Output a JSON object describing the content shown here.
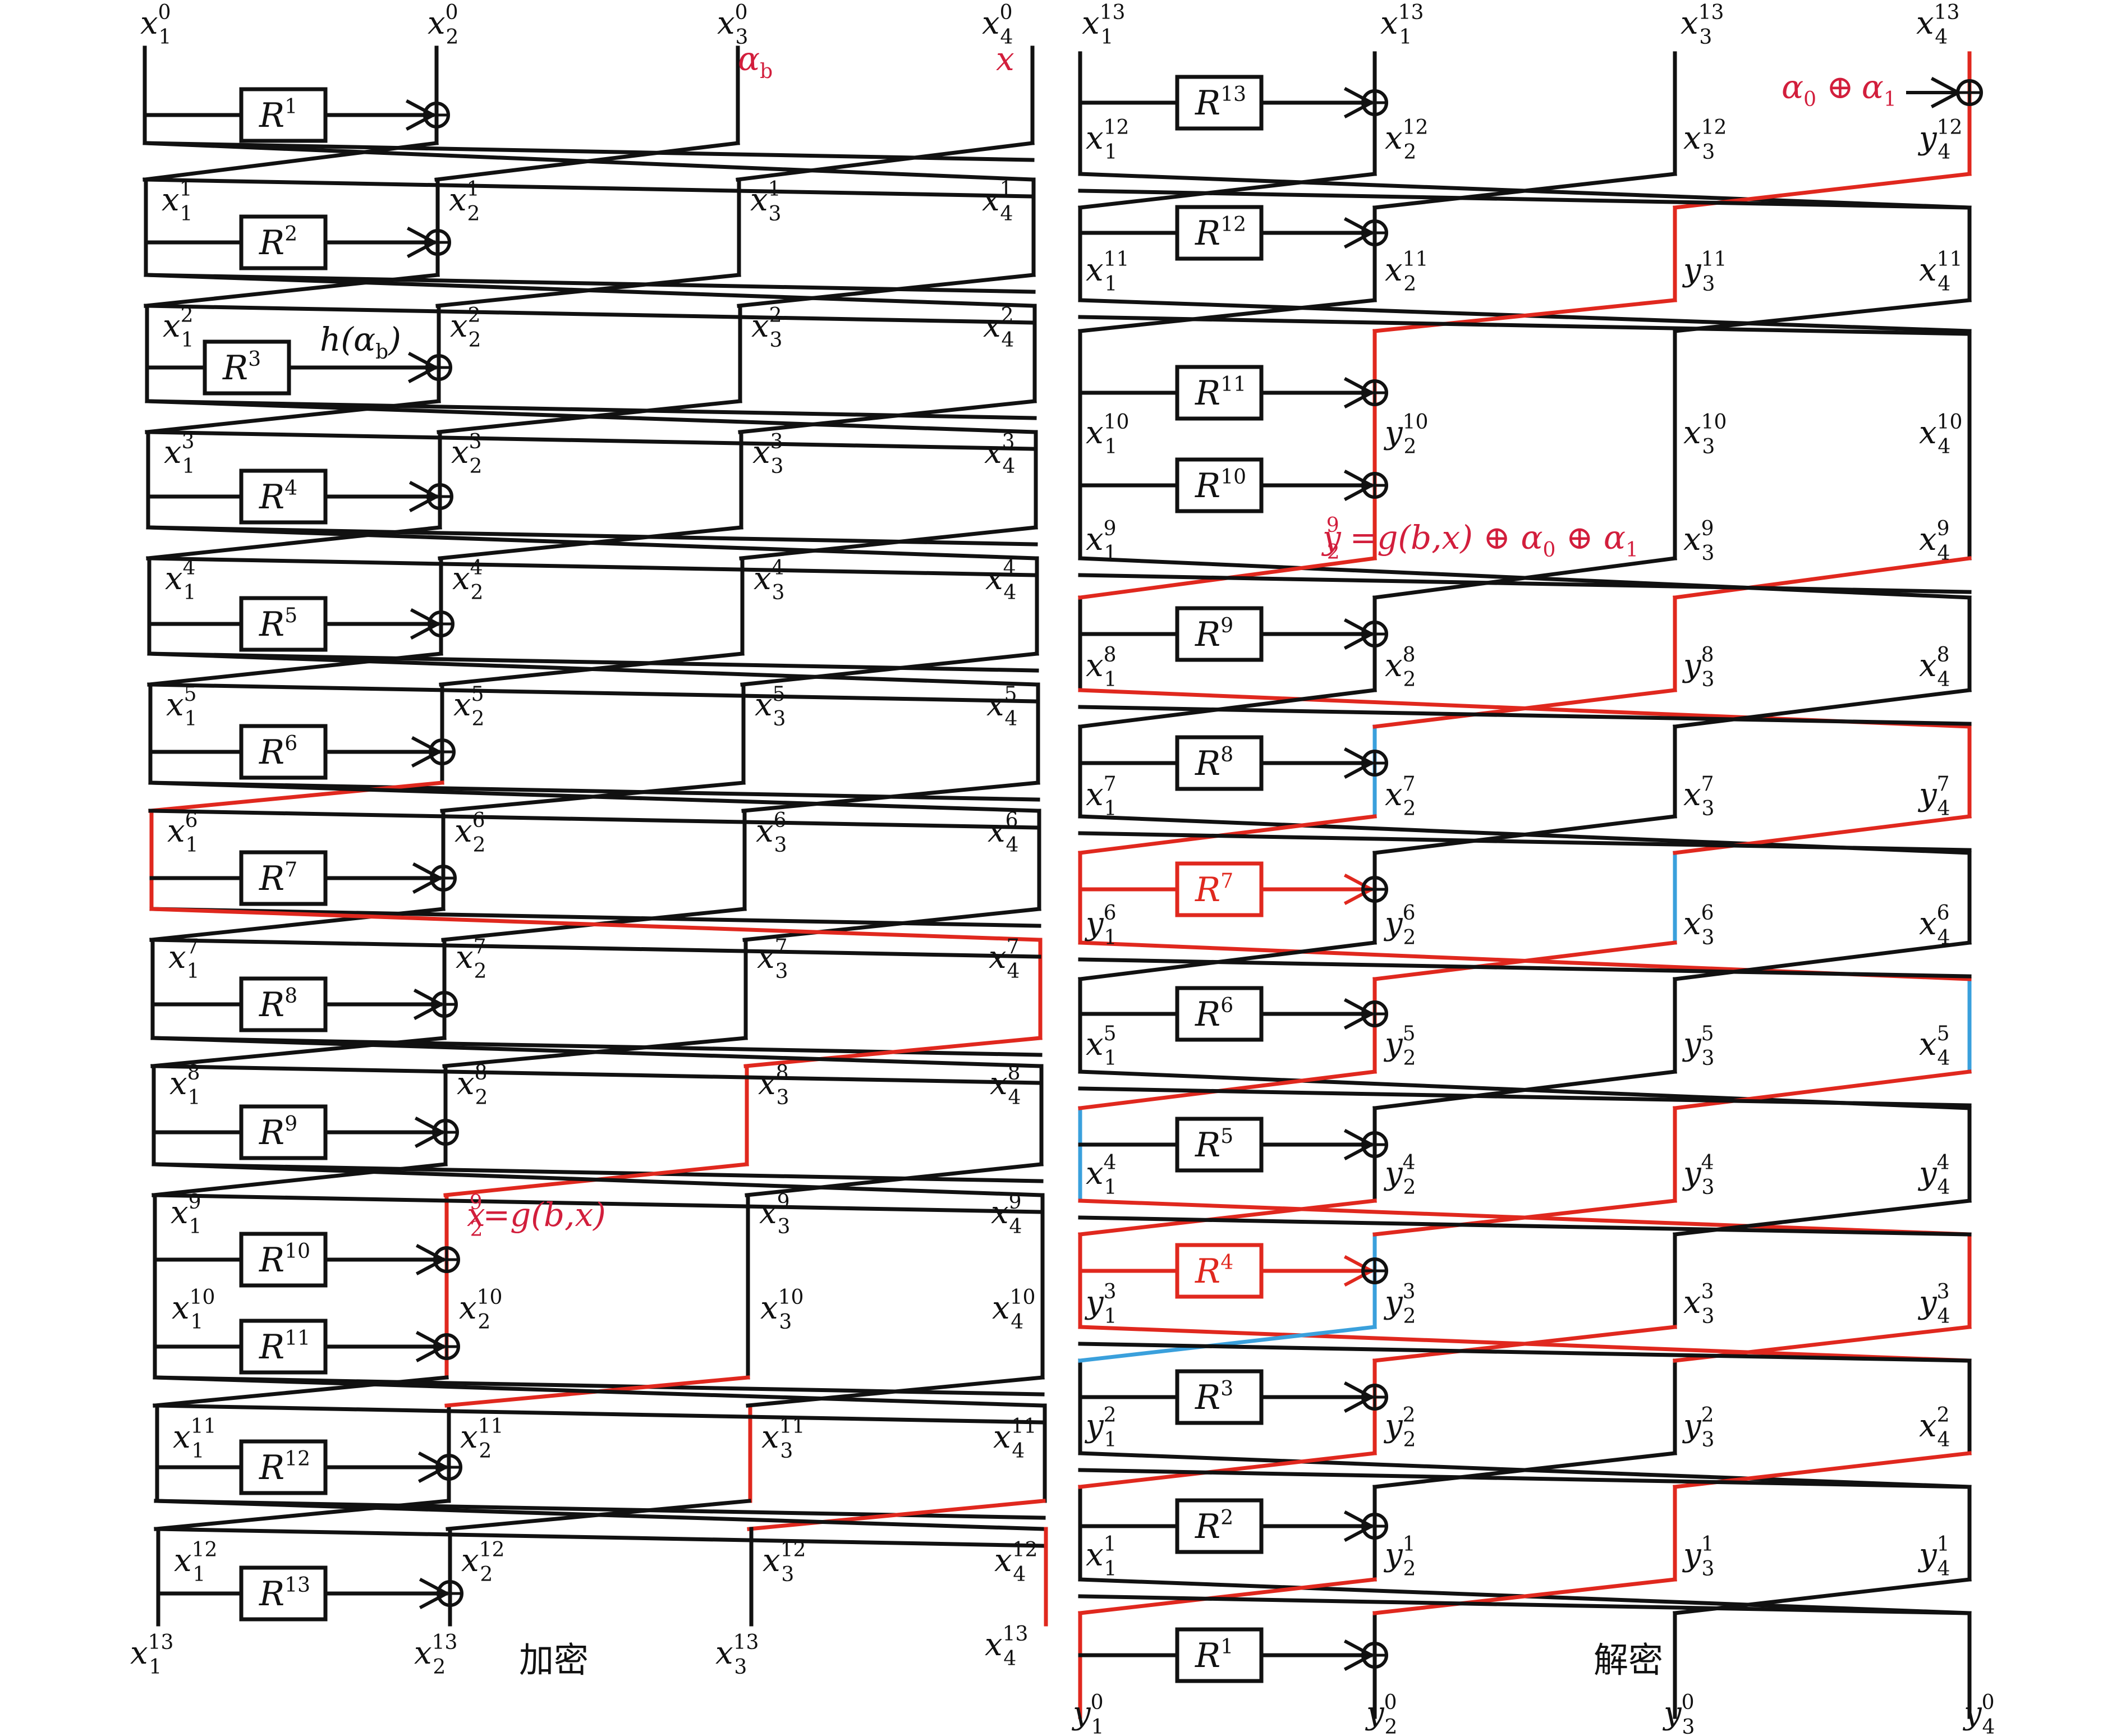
{
  "colors": {
    "line": "#111111",
    "red": "#e0281e",
    "blue": "#3aa0dc",
    "annotation": "#d21e3c"
  },
  "encryption": {
    "caption": "加密",
    "top_labels": [
      {
        "b": "x",
        "p": "0",
        "s": "1"
      },
      {
        "b": "x",
        "p": "0",
        "s": "2"
      },
      {
        "b": "x",
        "p": "0",
        "s": "3"
      },
      {
        "b": "x",
        "p": "0",
        "s": "4"
      }
    ],
    "input_annotations": [
      {
        "b": "α",
        "s": "b"
      },
      {
        "b": "x",
        "s": ""
      }
    ],
    "round_labels": [
      "R",
      "R",
      "R",
      "R",
      "R",
      "R",
      "R",
      "R",
      "R",
      "R",
      "R",
      "R",
      "R"
    ],
    "round_sups": [
      "1",
      "2",
      "3",
      "4",
      "5",
      "6",
      "7",
      "8",
      "9",
      "10",
      "11",
      "12",
      "13"
    ],
    "state_sups": [
      "1",
      "2",
      "3",
      "4",
      "5",
      "6",
      "7",
      "8",
      "9",
      "10",
      "11",
      "12"
    ],
    "state_base": "x",
    "bottom_labels": [
      {
        "b": "x",
        "p": "13",
        "s": "1"
      },
      {
        "b": "x",
        "p": "13",
        "s": "2"
      },
      {
        "b": "x",
        "p": "13",
        "s": "3"
      },
      {
        "b": "x",
        "p": "13",
        "s": "4"
      }
    ],
    "h_annotation": "h(α",
    "h_annotation_sub": "b",
    "h_annotation_end": ")",
    "g_annotation": {
      "b": "x",
      "p": "9",
      "s": "2",
      "rest": "=g(b,x)"
    }
  },
  "decryption": {
    "caption": "解密",
    "top_labels": [
      {
        "b": "x",
        "p": "13",
        "s": "1"
      },
      {
        "b": "x",
        "p": "13",
        "s": "1"
      },
      {
        "b": "x",
        "p": "13",
        "s": "3"
      },
      {
        "b": "x",
        "p": "13",
        "s": "4"
      }
    ],
    "xor_annotation": {
      "a": "α",
      "as": "0",
      "op": "⊕",
      "b": "α",
      "bs": "1"
    },
    "round_sups": [
      "13",
      "12",
      "11",
      "10",
      "9",
      "8",
      "7",
      "6",
      "5",
      "4",
      "3",
      "2",
      "1"
    ],
    "bottom_labels": [
      {
        "b": "y",
        "p": "0",
        "s": "1"
      },
      {
        "b": "y",
        "p": "0",
        "s": "2"
      },
      {
        "b": "y",
        "p": "0",
        "s": "3"
      },
      {
        "b": "y",
        "p": "0",
        "s": "4"
      }
    ],
    "g_annotation": {
      "b": "y",
      "p": "9",
      "s": "2",
      "rest": "=g(b,x) ⊕ α",
      "s1": "0",
      "mid": " ⊕ α",
      "s2": "1"
    },
    "state_labels": [
      [
        "x",
        "12",
        "1"
      ],
      [
        "x",
        "12",
        "2"
      ],
      [
        "x",
        "12",
        "3"
      ],
      [
        "y",
        "12",
        "4"
      ],
      [
        "x",
        "11",
        "1"
      ],
      [
        "x",
        "11",
        "2"
      ],
      [
        "y",
        "11",
        "3"
      ],
      [
        "x",
        "11",
        "4"
      ],
      [
        "x",
        "10",
        "1"
      ],
      [
        "y",
        "10",
        "2"
      ],
      [
        "x",
        "10",
        "3"
      ],
      [
        "x",
        "10",
        "4"
      ],
      [
        "x",
        "9",
        "1"
      ],
      [
        "x",
        "9",
        "3"
      ],
      [
        "x",
        "9",
        "4"
      ],
      [
        "x",
        "8",
        "1"
      ],
      [
        "x",
        "8",
        "2"
      ],
      [
        "y",
        "8",
        "3"
      ],
      [
        "x",
        "8",
        "4"
      ],
      [
        "x",
        "7",
        "1"
      ],
      [
        "x",
        "7",
        "2"
      ],
      [
        "x",
        "7",
        "3"
      ],
      [
        "y",
        "7",
        "4"
      ],
      [
        "y",
        "6",
        "1"
      ],
      [
        "y",
        "6",
        "2"
      ],
      [
        "x",
        "6",
        "3"
      ],
      [
        "x",
        "6",
        "4"
      ],
      [
        "x",
        "5",
        "1"
      ],
      [
        "y",
        "5",
        "2"
      ],
      [
        "y",
        "5",
        "3"
      ],
      [
        "x",
        "5",
        "4"
      ],
      [
        "x",
        "4",
        "1"
      ],
      [
        "y",
        "4",
        "2"
      ],
      [
        "y",
        "4",
        "3"
      ],
      [
        "y",
        "4",
        "4"
      ],
      [
        "y",
        "3",
        "1"
      ],
      [
        "y",
        "3",
        "2"
      ],
      [
        "x",
        "3",
        "3"
      ],
      [
        "y",
        "3",
        "4"
      ],
      [
        "y",
        "2",
        "1"
      ],
      [
        "y",
        "2",
        "2"
      ],
      [
        "y",
        "2",
        "3"
      ],
      [
        "x",
        "2",
        "4"
      ],
      [
        "x",
        "1",
        "1"
      ],
      [
        "y",
        "1",
        "2"
      ],
      [
        "y",
        "1",
        "3"
      ],
      [
        "y",
        "1",
        "4"
      ]
    ]
  }
}
